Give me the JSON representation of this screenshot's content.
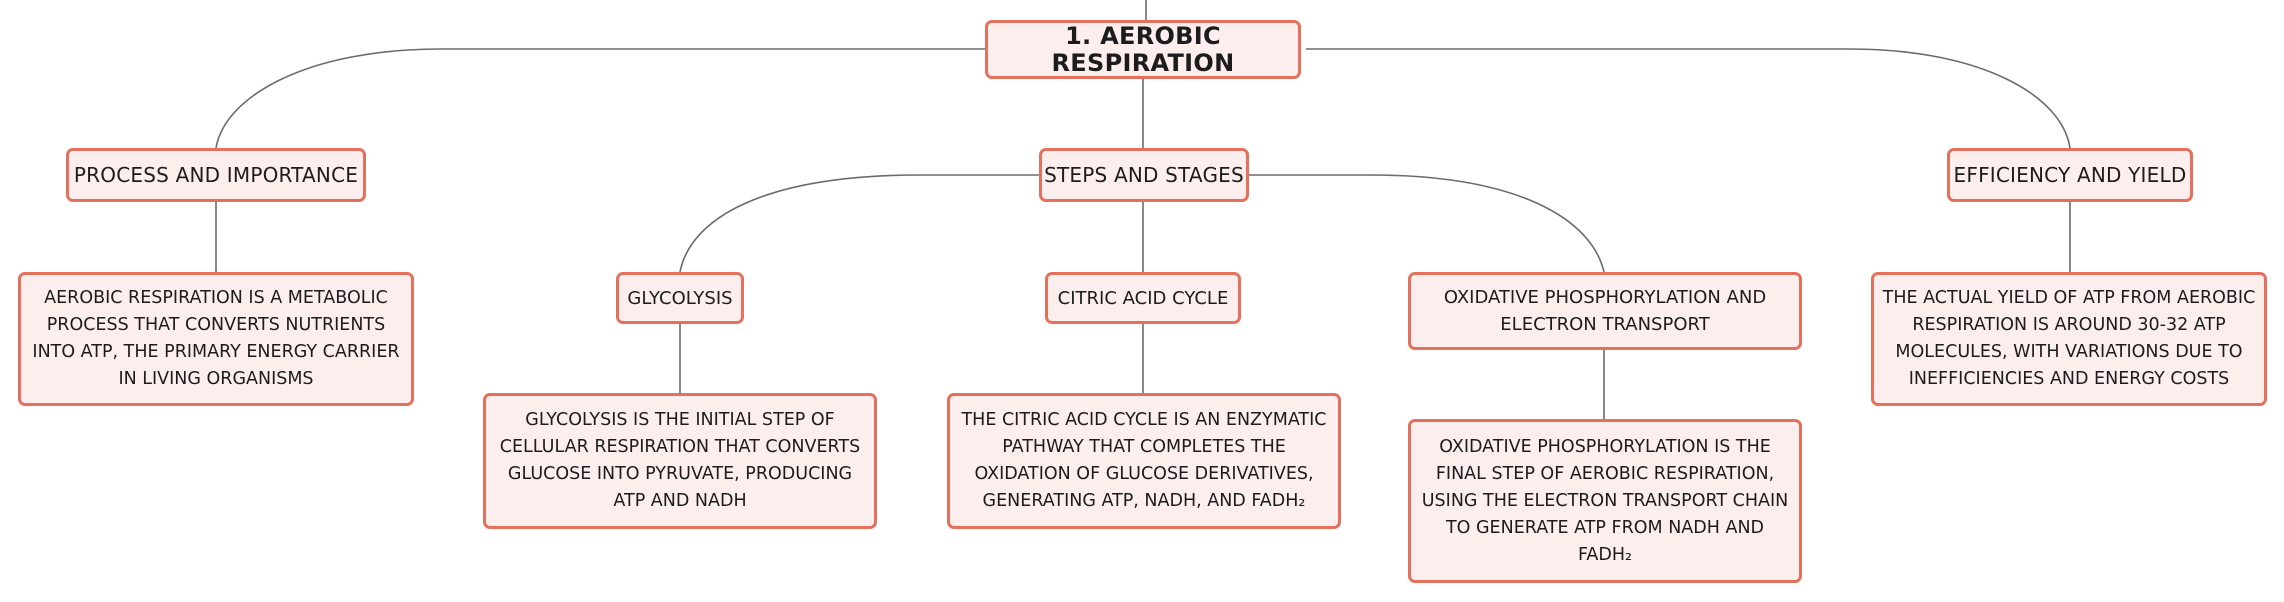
{
  "mindmap": {
    "root": {
      "label": "1. AEROBIC RESPIRATION"
    },
    "topics": {
      "process": {
        "label": "PROCESS AND IMPORTANCE"
      },
      "steps": {
        "label": "STEPS AND STAGES"
      },
      "efficiency": {
        "label": "EFFICIENCY AND YIELD"
      }
    },
    "subtopics": {
      "glycolysis": {
        "label": "GLYCOLYSIS"
      },
      "citric": {
        "label": "CITRIC ACID CYCLE"
      },
      "oxidative": {
        "label": "OXIDATIVE PHOSPHORYLATION AND ELECTRON TRANSPORT"
      }
    },
    "details": {
      "process": "AEROBIC RESPIRATION IS A METABOLIC PROCESS THAT CONVERTS NUTRIENTS INTO ATP, THE PRIMARY ENERGY CARRIER IN LIVING ORGANISMS",
      "glycolysis": "GLYCOLYSIS IS THE INITIAL STEP OF CELLULAR RESPIRATION THAT CONVERTS GLUCOSE INTO PYRUVATE, PRODUCING ATP AND NADH",
      "citric": "THE CITRIC ACID CYCLE IS AN ENZYMATIC PATHWAY THAT COMPLETES THE OXIDATION OF GLUCOSE DERIVATIVES, GENERATING ATP, NADH, AND FADH₂",
      "oxidative": "OXIDATIVE PHOSPHORYLATION IS THE FINAL STEP OF AEROBIC RESPIRATION, USING THE ELECTRON TRANSPORT CHAIN TO GENERATE ATP FROM NADH AND FADH₂",
      "efficiency": "THE ACTUAL YIELD OF ATP FROM AEROBIC RESPIRATION IS AROUND 30-32 ATP MOLECULES, WITH VARIATIONS DUE TO INEFFICIENCIES AND ENERGY COSTS"
    }
  },
  "colors": {
    "node_fill": "#fdeeee",
    "node_border": "#e5705c",
    "connector": "#6b6b6b",
    "text": "#1c1c1c"
  }
}
